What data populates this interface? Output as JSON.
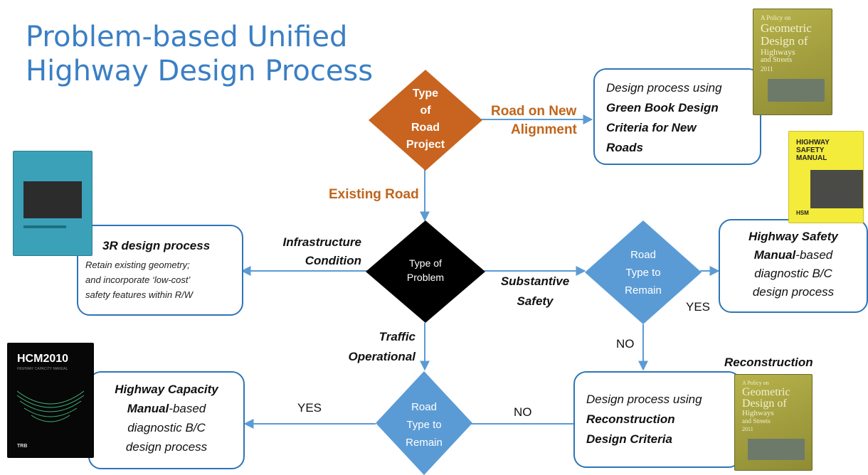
{
  "title": {
    "line1": "Problem-based Unified",
    "line2": "Highway Design Process"
  },
  "nodes": {
    "type_of_road_project": {
      "l1": "Type",
      "l2": "of",
      "l3": "Road",
      "l4": "Project"
    },
    "type_of_problem": {
      "l1": "Type of",
      "l2": "Problem"
    },
    "road_type_right": {
      "l1": "Road",
      "l2": "Type to",
      "l3": "Remain"
    },
    "road_type_bottom": {
      "l1": "Road",
      "l2": "Type to",
      "l3": "Remain"
    },
    "green_book": {
      "l1": "Design process using",
      "l2": "Green Book Design",
      "l3": "Criteria for New",
      "l4": "Roads"
    },
    "three_r": {
      "l1": "3R design process",
      "l2": "Retain existing geometry;",
      "l3": "and incorporate ‘low-cost’",
      "l4": "safety features within R/W"
    },
    "hsm": {
      "l1": "Highway Safety",
      "l2": "Manual",
      "l2b": "-based",
      "l3": "diagnostic B/C",
      "l4": "design process"
    },
    "hcm": {
      "l1": "Highway Capacity",
      "l2": "Manual",
      "l2b": "-based",
      "l3": "diagnostic B/C",
      "l4": "design process"
    },
    "reconstruction": {
      "header": "Reconstruction",
      "l1": "Design process using",
      "l2": "Reconstruction",
      "l3": "Design Criteria"
    }
  },
  "edge_labels": {
    "road_on_new_alignment_1": "Road on New",
    "road_on_new_alignment_2": "Alignment",
    "existing_road": "Existing Road",
    "infrastructure_1": "Infrastructure",
    "infrastructure_2": "Condition",
    "substantive_1": "Substantive",
    "substantive_2": "Safety",
    "traffic_1": "Traffic",
    "traffic_2": "Operational",
    "yes_right": "YES",
    "no_right": "NO",
    "yes_bottom": "YES",
    "no_bottom": "NO"
  },
  "books": {
    "green_book_top": {
      "l1": "A Policy on",
      "l2": "Geometric",
      "l3": "Design of",
      "l4": "Highways",
      "l5": "and Streets",
      "year": "2011"
    },
    "hsm_cover": {
      "l1": "HIGHWAY",
      "l2": "SAFETY",
      "l3": "MANUAL",
      "badge": "HSM"
    },
    "hcm_cover": {
      "l1": "HCM2010",
      "l2": "HIGHWAY CAPACITY MANUAL",
      "badge": "TRB"
    },
    "green_book_bottom": {
      "l1": "A Policy on",
      "l2": "Geometric",
      "l3": "Design of",
      "l4": "Highways",
      "l5": "and Streets",
      "year": "2011"
    }
  },
  "colors": {
    "title_blue": "#3a7fc4",
    "orange_diamond": "#c8641f",
    "black_diamond": "#000000",
    "blue_diamond": "#5b9bd5",
    "box_border": "#2e75b6",
    "edge_label_orange": "#c0651b",
    "arrow": "#5b9bd5"
  }
}
